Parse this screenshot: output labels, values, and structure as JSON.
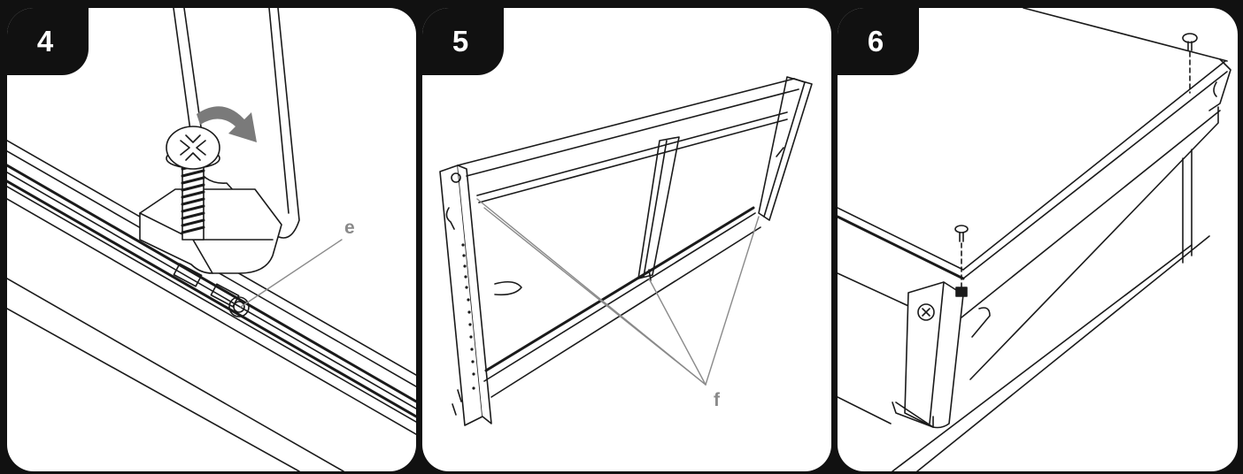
{
  "steps": [
    {
      "number": "4",
      "callout": "e"
    },
    {
      "number": "5",
      "callout": "f"
    },
    {
      "number": "6"
    }
  ],
  "colors": {
    "frame": "#111111",
    "panel": "#ffffff",
    "line": "#1a1a1a",
    "callout": "#8a8a8a",
    "arrow": "#7a7a7a"
  }
}
